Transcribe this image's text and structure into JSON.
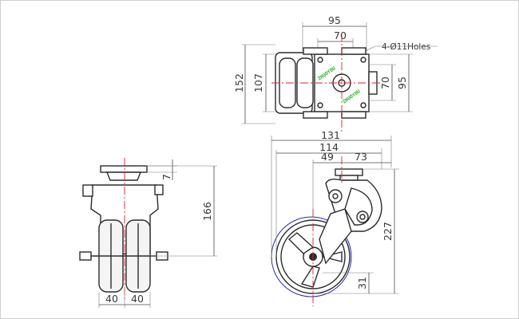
{
  "top_view": {
    "dim_width_outer": "95",
    "dim_width_inner": "70",
    "hole_note": "4-Ø11Holes",
    "dim_height_total": "152",
    "dim_height_plate": "107",
    "dim_right_inner": "70",
    "dim_right_outer": "95",
    "plate_label_1": "ZHUOYOU",
    "plate_label_2": "ZHUOYOU"
  },
  "front_view": {
    "dim_top_offset": "7",
    "dim_height": "166",
    "dim_wheel_left": "40",
    "dim_wheel_right": "40"
  },
  "side_view": {
    "dim_total_width": "131",
    "dim_offset": "114",
    "dim_plate_half": "49",
    "dim_plate_right": "73",
    "dim_height_total": "227",
    "dim_bottom": "31"
  },
  "colors": {
    "centerline": "#e02020",
    "plate_label": "#22b022"
  }
}
